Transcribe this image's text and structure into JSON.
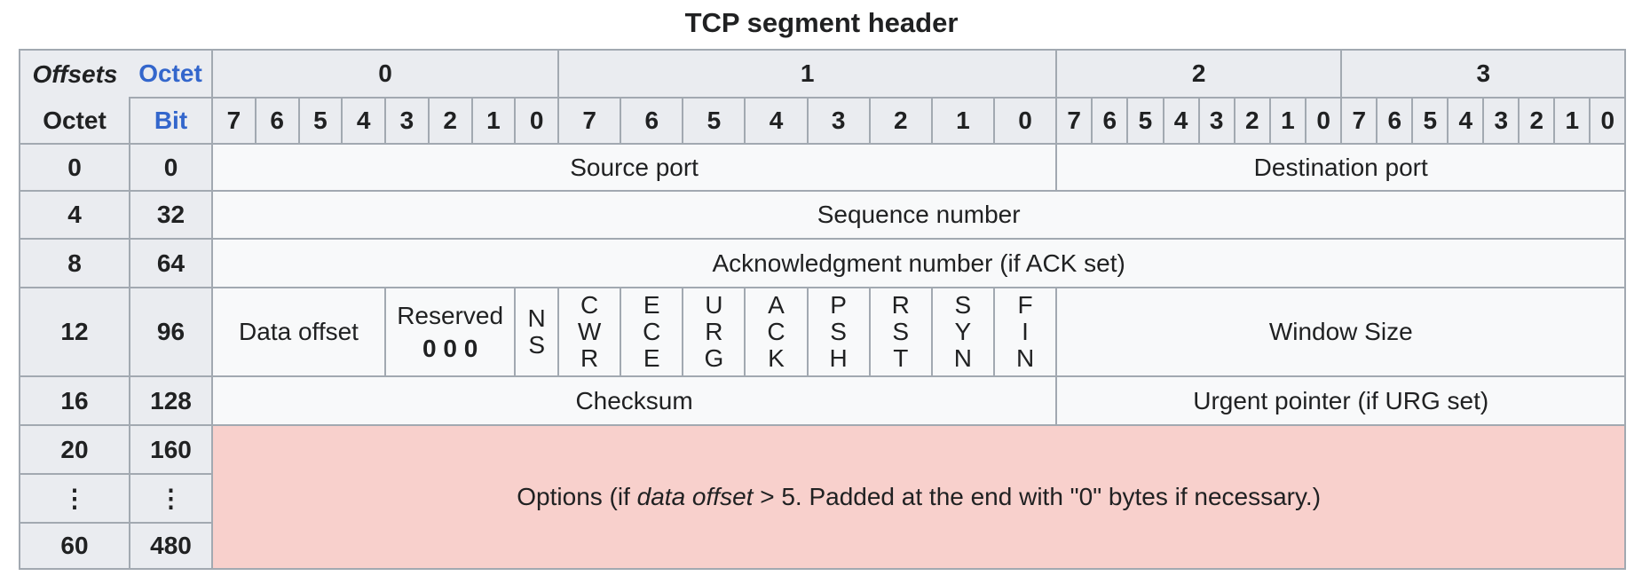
{
  "title": "TCP segment header",
  "colors": {
    "header_bg": "#eaecf0",
    "cell_bg": "#f8f9fa",
    "border": "#a2a9b1",
    "link_blue": "#3366cc",
    "options_bg": "#f8d0cc",
    "text": "#202122"
  },
  "header": {
    "offsets_label": "Offsets",
    "octet_link": "Octet",
    "octet_row_label": "Octet",
    "bit_link": "Bit",
    "octet_groups": [
      "0",
      "1",
      "2",
      "3"
    ],
    "bits": [
      "7",
      "6",
      "5",
      "4",
      "3",
      "2",
      "1",
      "0"
    ]
  },
  "rows": {
    "r0": {
      "octet": "0",
      "bit": "0",
      "source_port": "Source port",
      "destination_port": "Destination port"
    },
    "r4": {
      "octet": "4",
      "bit": "32",
      "sequence_number": "Sequence number"
    },
    "r8": {
      "octet": "8",
      "bit": "64",
      "acknowledgment_number": "Acknowledgment number (if ACK set)"
    },
    "r12": {
      "octet": "12",
      "bit": "96",
      "data_offset": "Data offset",
      "reserved_label": "Reserved",
      "reserved_value": "0 0 0",
      "flags": [
        "NS",
        "CWR",
        "ECE",
        "URG",
        "ACK",
        "PSH",
        "RST",
        "SYN",
        "FIN"
      ],
      "window_size": "Window Size"
    },
    "r16": {
      "octet": "16",
      "bit": "128",
      "checksum": "Checksum",
      "urgent_pointer": "Urgent pointer (if URG set)"
    },
    "r20": {
      "octet": "20",
      "bit": "160"
    },
    "rdots": {
      "octet": "⋮",
      "bit": "⋮"
    },
    "r60": {
      "octet": "60",
      "bit": "480"
    },
    "options": {
      "prefix": "Options (if ",
      "italic_term": "data offset",
      "suffix": " > 5. Padded at the end with \"0\" bytes if necessary.)"
    }
  }
}
